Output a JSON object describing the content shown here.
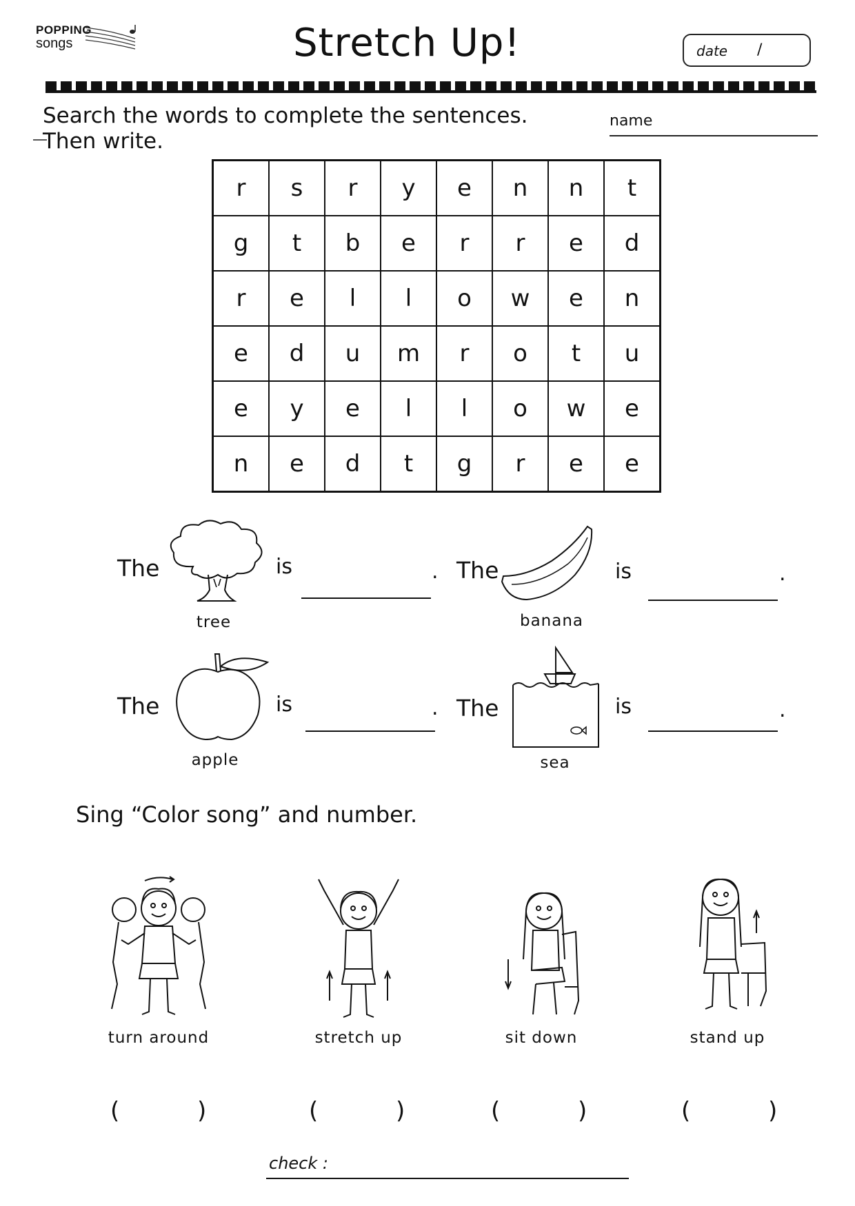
{
  "header": {
    "logo_line1": "POPPING",
    "logo_line2": "songs",
    "title": "Stretch Up!",
    "date_label": "date",
    "date_slash": "/"
  },
  "instructions": {
    "line1": "Search the words to complete the sentences.",
    "line2": "Then write.",
    "name_label": "name"
  },
  "word_grid": [
    [
      "r",
      "s",
      "r",
      "y",
      "e",
      "n",
      "n",
      "t"
    ],
    [
      "g",
      "t",
      "b",
      "e",
      "r",
      "r",
      "e",
      "d"
    ],
    [
      "r",
      "e",
      "l",
      "l",
      "o",
      "w",
      "e",
      "n"
    ],
    [
      "e",
      "d",
      "u",
      "m",
      "r",
      "o",
      "t",
      "u"
    ],
    [
      "e",
      "y",
      "e",
      "l",
      "l",
      "o",
      "w",
      "e"
    ],
    [
      "n",
      "e",
      "d",
      "t",
      "g",
      "r",
      "e",
      "e"
    ]
  ],
  "sentences": [
    {
      "the": "The",
      "picture": "tree-icon",
      "caption": "tree",
      "is": "is",
      "end": "."
    },
    {
      "the": "The",
      "picture": "banana-icon",
      "caption": "banana",
      "is": "is",
      "end": "."
    },
    {
      "the": "The",
      "picture": "apple-icon",
      "caption": "apple",
      "is": "is",
      "end": "."
    },
    {
      "the": "The",
      "picture": "sea-icon",
      "caption": "sea",
      "is": "is",
      "end": "."
    }
  ],
  "song_section": {
    "instruction": "Sing “Color song” and number.",
    "actions": [
      {
        "label": "turn around",
        "icon": "turn-around-icon",
        "open": "(",
        "close": ")"
      },
      {
        "label": "stretch up",
        "icon": "stretch-up-icon",
        "open": "(",
        "close": ")"
      },
      {
        "label": "sit down",
        "icon": "sit-down-icon",
        "open": "(",
        "close": ")"
      },
      {
        "label": "stand up",
        "icon": "stand-up-icon",
        "open": "(",
        "close": ")"
      }
    ]
  },
  "footer": {
    "check_label": "check :"
  }
}
